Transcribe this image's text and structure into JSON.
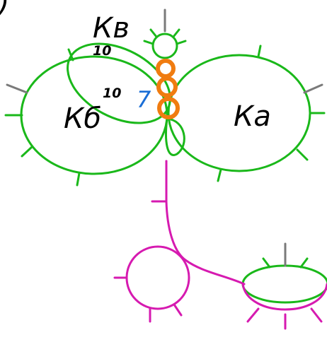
{
  "labels": {
    "kv": "Кв",
    "kb": "Кб",
    "ka": "Ка",
    "kv_number": "10",
    "kb_number": "10",
    "marker": "7",
    "corner": "в)"
  },
  "colors": {
    "green": "#1ab81a",
    "magenta": "#d61ab0",
    "orange": "#f07c10",
    "grey": "#7a7a7a",
    "blue": "#1a6ed6"
  }
}
